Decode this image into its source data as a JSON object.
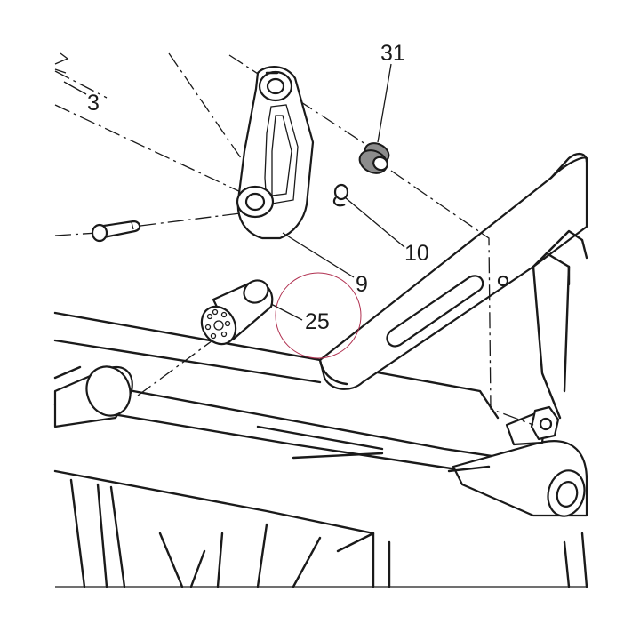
{
  "callouts": {
    "part_3": "3",
    "part_9": "9",
    "part_10": "10",
    "part_25": "25",
    "part_31": "31"
  },
  "highlight_color": "#b03050"
}
